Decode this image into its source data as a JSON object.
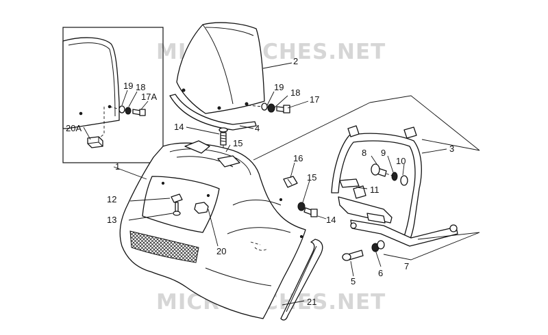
{
  "watermark": {
    "top": "MICROFICHES.NET",
    "bottom": "MICROFICHES.NET"
  },
  "callouts": {
    "c1": "1",
    "c2": "2",
    "c3": "3",
    "c4": "4",
    "c5": "5",
    "c6": "6",
    "c7": "7",
    "c8": "8",
    "c9": "9",
    "c10": "10",
    "c11": "11",
    "c12": "12",
    "c13": "13",
    "c14a": "14",
    "c14b": "14",
    "c15a": "15",
    "c15b": "15",
    "c16": "16",
    "c17": "17",
    "c17a": "17A",
    "c18a": "18",
    "c18b": "18",
    "c19a": "19",
    "c19b": "19",
    "c20": "20",
    "c20a": "20A",
    "c21": "21"
  }
}
